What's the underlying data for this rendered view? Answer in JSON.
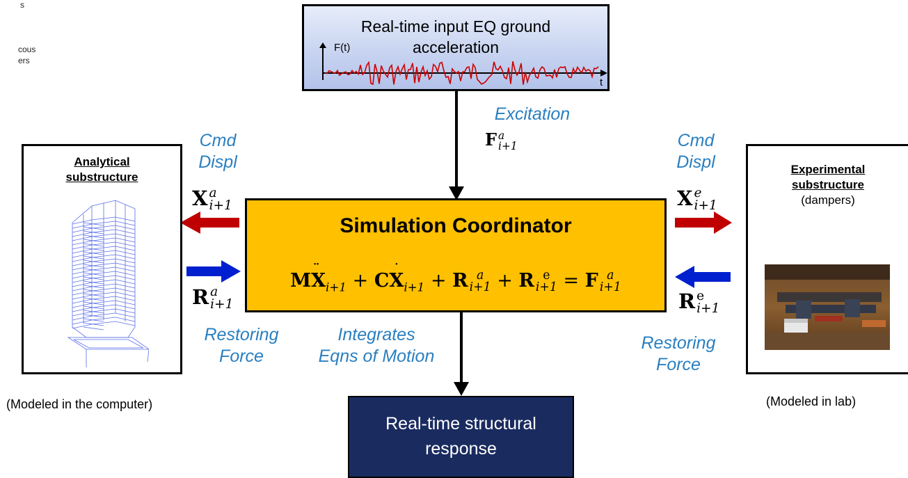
{
  "corner": {
    "line1": "s",
    "line2": "cous",
    "line3": "ers"
  },
  "input_box": {
    "title_line1": "Real-time input EQ ground",
    "title_line2": "acceleration",
    "y_axis_label": "F(t)",
    "x_axis_label": "t",
    "signal_color": "#cc0000"
  },
  "excitation": {
    "label": "Excitation",
    "symbol": "F",
    "sup": "a",
    "sub": "i+1"
  },
  "left": {
    "cmd_line1": "Cmd",
    "cmd_line2": "Displ",
    "cmd_symbol": "X",
    "cmd_sup": "a",
    "cmd_sub": "i+1",
    "force_symbol": "R",
    "force_sup": "a",
    "force_sub": "i+1",
    "restoring_line1": "Restoring",
    "restoring_line2": "Force"
  },
  "right": {
    "cmd_line1": "Cmd",
    "cmd_line2": "Displ",
    "cmd_symbol": "X",
    "cmd_sup": "e",
    "cmd_sub": "i+1",
    "force_symbol": "R",
    "force_sup": "e",
    "force_sub": "i+1",
    "restoring_line1": "Restoring",
    "restoring_line2": "Force"
  },
  "analytical": {
    "title_line1": "Analytical",
    "title_line2": "substructure",
    "caption": "(Modeled in the computer)",
    "model_color": "#5a6ee8"
  },
  "experimental": {
    "title_line1": "Experimental",
    "title_line2": "substructure",
    "subtitle": "(dampers)",
    "caption": "(Modeled in lab)"
  },
  "coordinator": {
    "title": "Simulation Coordinator",
    "eq_M": "M",
    "eq_X": "X",
    "eq_C": "C",
    "eq_R": "R",
    "eq_F": "F",
    "eq_sub": "i+1",
    "eq_sup_a": "a",
    "eq_sup_e": "e",
    "eq_plus": "+",
    "eq_equals": "=",
    "fill_color": "#ffc000"
  },
  "integrates": {
    "line1": "Integrates",
    "line2": "Eqns of Motion"
  },
  "output": {
    "line1": "Real-time structural",
    "line2": "response",
    "fill_color": "#1a2b5f"
  },
  "colors": {
    "label_blue": "#2a7fc0",
    "arrow_red": "#c00000",
    "arrow_blue": "#0020d0"
  }
}
